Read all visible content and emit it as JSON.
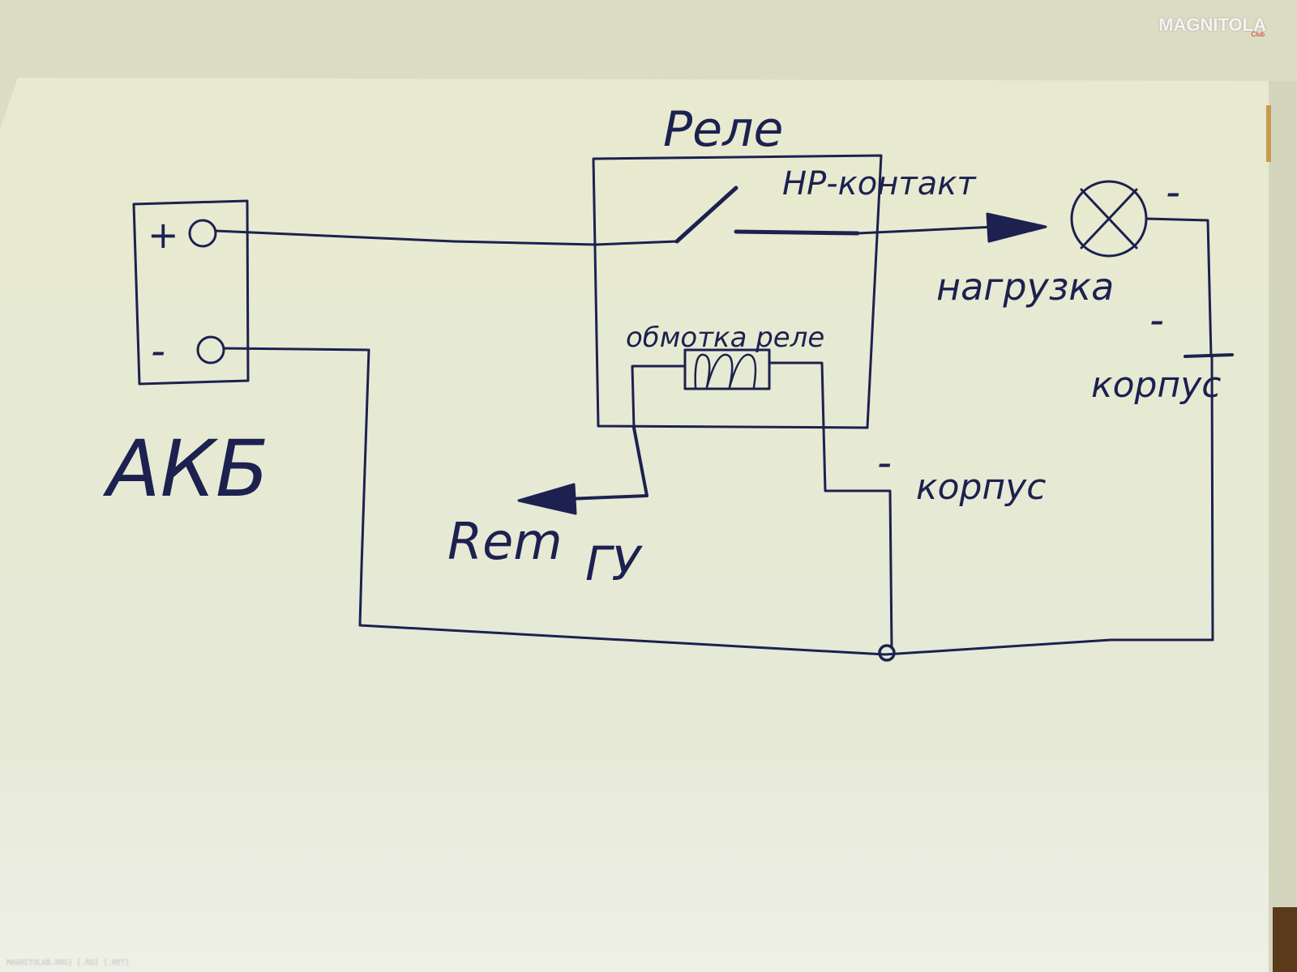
{
  "labels": {
    "rele": "Реле",
    "nr_kontakt": "НР-контакт",
    "nagruzka": "нагрузка",
    "obmotka": "обмотка реле",
    "akb": "АКБ",
    "plus_terminal": "+",
    "minus_terminal": "-",
    "rem": "Rem",
    "gu": "ГУ",
    "korpus_right": "корпус",
    "korpus_center": "корпус",
    "lamp_minus": "-",
    "korpus_minus_right": "-",
    "korpus_minus_center": "-"
  },
  "watermark": {
    "logo": "MAGNITOLA",
    "sub": "Club",
    "footer": "MAGNITOLAB.ORG] [.RU] [.NET]"
  },
  "colors": {
    "ink": "#1c2150",
    "paper": "#e9ead2",
    "wall": "#d9dbc4"
  }
}
